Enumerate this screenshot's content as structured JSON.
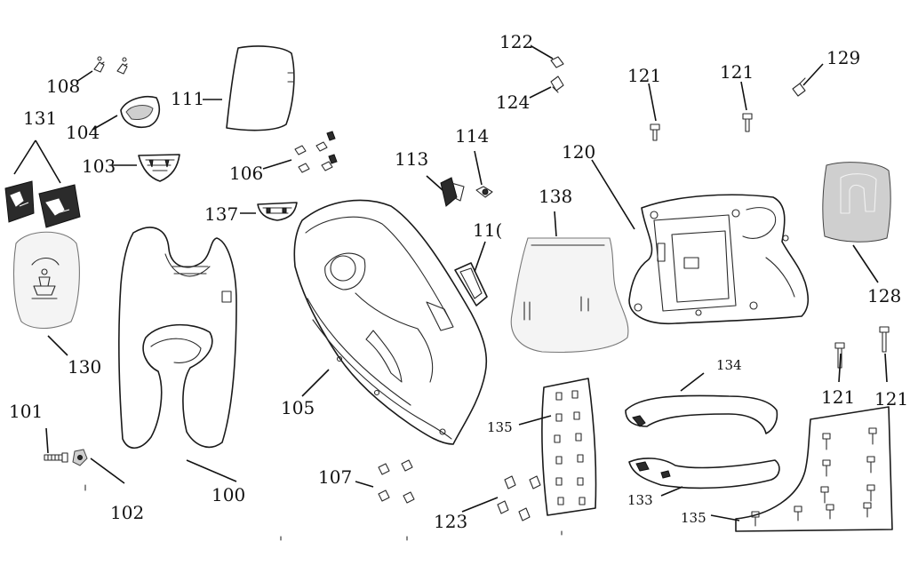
{
  "diagram": {
    "colors": {
      "line": "#1a1a1a",
      "background": "#ffffff",
      "shade": "#cfcfcf"
    },
    "callouts": {
      "c100": "100",
      "c101": "101",
      "c102": "102",
      "c103": "103",
      "c104": "104",
      "c105": "105",
      "c106": "106",
      "c107": "107",
      "c108": "108",
      "c111": "111",
      "c113": "113",
      "c114": "114",
      "c116": "11(",
      "c120": "120",
      "c121a": "121",
      "c121b": "121",
      "c121c": "121",
      "c121d": "121",
      "c122": "122",
      "c123": "123",
      "c124": "124",
      "c128": "128",
      "c129": "129",
      "c130": "130",
      "c131": "131",
      "c133": "133",
      "c134": "134",
      "c135a": "135",
      "c135b": "135",
      "c137": "137",
      "c138": "138"
    }
  }
}
